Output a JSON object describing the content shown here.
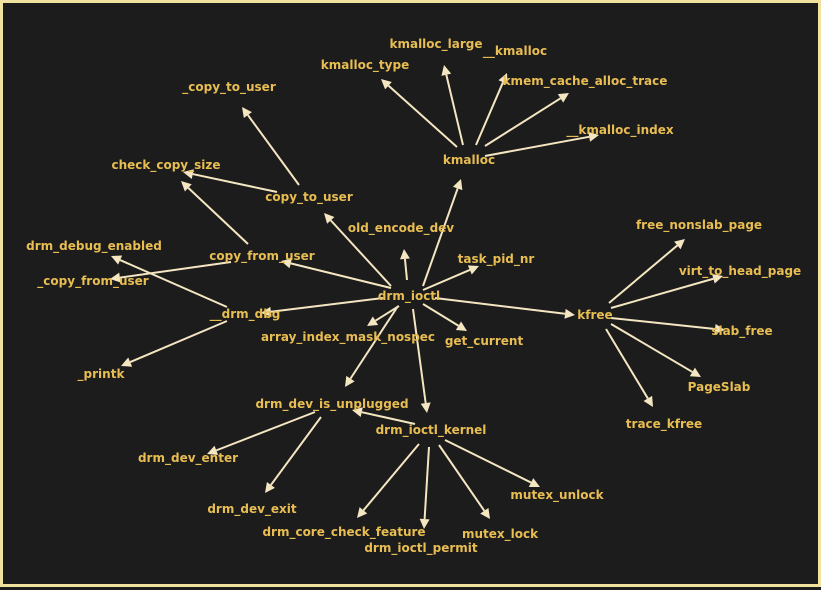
{
  "colors": {
    "background": "#1c1c1c",
    "border": "#f2e2a0",
    "label": "#e8bd52",
    "edge": "#f5e6c2"
  },
  "nodes": [
    {
      "id": "drm_ioctl",
      "label": "drm_ioctl"
    },
    {
      "id": "kmalloc",
      "label": "kmalloc"
    },
    {
      "id": "kmalloc_large",
      "label": "kmalloc_large"
    },
    {
      "id": "__kmalloc",
      "label": "__kmalloc"
    },
    {
      "id": "kmalloc_type",
      "label": "kmalloc_type"
    },
    {
      "id": "kmem_cache_alloc_trace",
      "label": "kmem_cache_alloc_trace"
    },
    {
      "id": "__kmalloc_index",
      "label": "__kmalloc_index"
    },
    {
      "id": "_copy_to_user",
      "label": "_copy_to_user"
    },
    {
      "id": "check_copy_size",
      "label": "check_copy_size"
    },
    {
      "id": "copy_to_user",
      "label": "copy_to_user"
    },
    {
      "id": "old_encode_dev",
      "label": "old_encode_dev"
    },
    {
      "id": "task_pid_nr",
      "label": "task_pid_nr"
    },
    {
      "id": "drm_debug_enabled",
      "label": "drm_debug_enabled"
    },
    {
      "id": "copy_from_user",
      "label": "copy_from_user"
    },
    {
      "id": "_copy_from_user",
      "label": "_copy_from_user"
    },
    {
      "id": "__drm_dbg",
      "label": "__drm_dbg"
    },
    {
      "id": "array_index_mask_nospec",
      "label": "array_index_mask_nospec"
    },
    {
      "id": "get_current",
      "label": "get_current"
    },
    {
      "id": "_printk",
      "label": "_printk"
    },
    {
      "id": "kfree",
      "label": "kfree"
    },
    {
      "id": "free_nonslab_page",
      "label": "free_nonslab_page"
    },
    {
      "id": "virt_to_head_page",
      "label": "virt_to_head_page"
    },
    {
      "id": "slab_free",
      "label": "slab_free"
    },
    {
      "id": "PageSlab",
      "label": "PageSlab"
    },
    {
      "id": "trace_kfree",
      "label": "trace_kfree"
    },
    {
      "id": "drm_dev_is_unplugged",
      "label": "drm_dev_is_unplugged"
    },
    {
      "id": "drm_ioctl_kernel",
      "label": "drm_ioctl_kernel"
    },
    {
      "id": "drm_dev_enter",
      "label": "drm_dev_enter"
    },
    {
      "id": "drm_dev_exit",
      "label": "drm_dev_exit"
    },
    {
      "id": "drm_core_check_feature",
      "label": "drm_core_check_feature"
    },
    {
      "id": "drm_ioctl_permit",
      "label": "drm_ioctl_permit"
    },
    {
      "id": "mutex_unlock",
      "label": "mutex_unlock"
    },
    {
      "id": "mutex_lock",
      "label": "mutex_lock"
    }
  ],
  "edges": [
    {
      "from": "drm_ioctl",
      "to": "kmalloc"
    },
    {
      "from": "kmalloc",
      "to": "kmalloc_type"
    },
    {
      "from": "kmalloc",
      "to": "kmalloc_large"
    },
    {
      "from": "kmalloc",
      "to": "__kmalloc"
    },
    {
      "from": "kmalloc",
      "to": "kmem_cache_alloc_trace"
    },
    {
      "from": "kmalloc",
      "to": "__kmalloc_index"
    },
    {
      "from": "drm_ioctl",
      "to": "copy_to_user"
    },
    {
      "from": "copy_to_user",
      "to": "_copy_to_user"
    },
    {
      "from": "copy_to_user",
      "to": "check_copy_size"
    },
    {
      "from": "drm_ioctl",
      "to": "old_encode_dev"
    },
    {
      "from": "drm_ioctl",
      "to": "task_pid_nr"
    },
    {
      "from": "drm_ioctl",
      "to": "copy_from_user"
    },
    {
      "from": "copy_from_user",
      "to": "check_copy_size"
    },
    {
      "from": "copy_from_user",
      "to": "_copy_from_user"
    },
    {
      "from": "drm_ioctl",
      "to": "__drm_dbg"
    },
    {
      "from": "__drm_dbg",
      "to": "drm_debug_enabled"
    },
    {
      "from": "__drm_dbg",
      "to": "_printk"
    },
    {
      "from": "drm_ioctl",
      "to": "array_index_mask_nospec"
    },
    {
      "from": "drm_ioctl",
      "to": "get_current"
    },
    {
      "from": "drm_ioctl",
      "to": "kfree"
    },
    {
      "from": "kfree",
      "to": "free_nonslab_page"
    },
    {
      "from": "kfree",
      "to": "virt_to_head_page"
    },
    {
      "from": "kfree",
      "to": "slab_free"
    },
    {
      "from": "kfree",
      "to": "PageSlab"
    },
    {
      "from": "kfree",
      "to": "trace_kfree"
    },
    {
      "from": "drm_ioctl",
      "to": "drm_dev_is_unplugged"
    },
    {
      "from": "drm_ioctl",
      "to": "drm_ioctl_kernel"
    },
    {
      "from": "drm_ioctl_kernel",
      "to": "drm_dev_is_unplugged"
    },
    {
      "from": "drm_dev_is_unplugged",
      "to": "drm_dev_enter"
    },
    {
      "from": "drm_dev_is_unplugged",
      "to": "drm_dev_exit"
    },
    {
      "from": "drm_ioctl_kernel",
      "to": "drm_core_check_feature"
    },
    {
      "from": "drm_ioctl_kernel",
      "to": "drm_ioctl_permit"
    },
    {
      "from": "drm_ioctl_kernel",
      "to": "mutex_unlock"
    },
    {
      "from": "drm_ioctl_kernel",
      "to": "mutex_lock"
    }
  ]
}
